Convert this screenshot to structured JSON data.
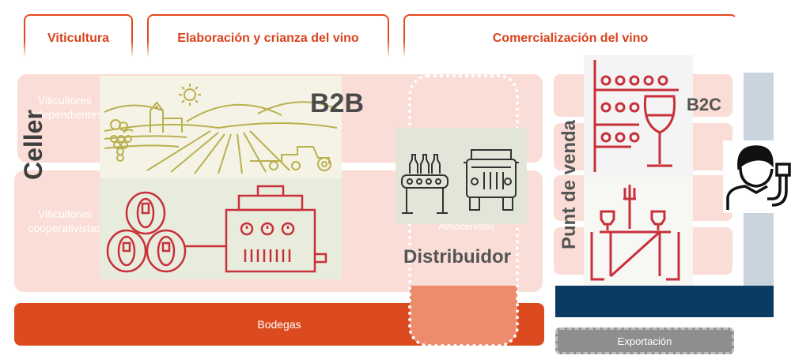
{
  "stages": [
    {
      "label": "Viticultura"
    },
    {
      "label": "Elaboración y crianza del vino"
    },
    {
      "label": "Comercialización del vino"
    }
  ],
  "background_boxes": {
    "viticultores_independientes": "Viticultores independientes",
    "viticultores_cooperativistas": "Viticultores cooperativistas",
    "almacenistas": "Almacenistas"
  },
  "bars": {
    "bodegas": "Bodegas",
    "exportacion": "Exportación"
  },
  "overlay_labels": {
    "celler": "Celler",
    "b2b": "B2B",
    "distribuidor": "Distribuidor",
    "punt_de_venda": "Punt de venda",
    "b2c": "B2C"
  },
  "colors": {
    "accent_orange": "#dc4a1f",
    "light_pink": "#f9ddd6",
    "navy": "#0b3b63",
    "icon_red": "#c8303a",
    "icon_olive": "#b9b04f"
  },
  "icons": [
    "vineyard-icon",
    "sun-icon",
    "church-icon",
    "grapes-icon",
    "tractor-icon",
    "barrels-icon",
    "winery-machine-icon",
    "bottling-conveyor-icon",
    "truck-icon",
    "wine-rack-icon",
    "wine-glass-icon",
    "dining-table-icon",
    "consumer-icon"
  ]
}
